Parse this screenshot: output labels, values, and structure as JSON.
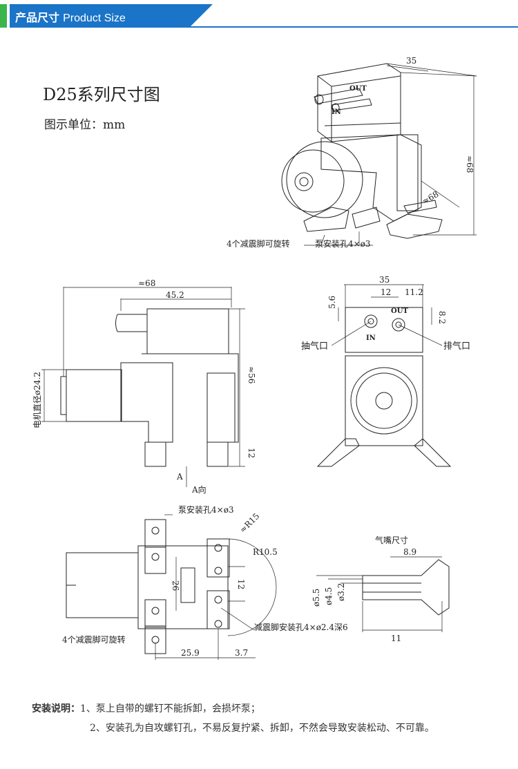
{
  "header": {
    "title_cn": "产品尺寸",
    "title_en": "Product Size"
  },
  "doc": {
    "title": "D25系列尺寸图",
    "unit": "图示单位：mm"
  },
  "iso_view": {
    "dim_top": "35",
    "dim_height": "≈68",
    "dim_depth": "≈68",
    "port_out": "OUT",
    "port_in": "IN",
    "callout_feet": "4个减震脚可旋转",
    "callout_holes": "泵安装孔4×ø3"
  },
  "side_view": {
    "dim_total": "≈68",
    "dim_body": "45.2",
    "dim_height": "≈56",
    "dim_foot": "12",
    "motor_dia": "电机直径ø24.2",
    "arrow_label": "A",
    "view_label": "A向"
  },
  "front_view": {
    "dim_width": "35",
    "dim_12": "12",
    "dim_11_2": "11.2",
    "dim_5_6": "5.6",
    "dim_8_2": "8.2",
    "port_out": "OUT",
    "port_in": "IN",
    "inlet": "抽气口",
    "outlet": "排气口"
  },
  "top_view": {
    "holes": "泵安装孔4×ø3",
    "r15": "≈R15",
    "r10_5": "R10.5",
    "dim_26": "26",
    "dim_12": "12",
    "dim_25_9": "25.9",
    "dim_3_7": "3.7",
    "foot_holes": "减震脚安装孔4×ø2.4深6",
    "feet": "4个减震脚可旋转"
  },
  "nozzle": {
    "title": "气嘴尺寸",
    "dim_8_9": "8.9",
    "d5_5": "ø5.5",
    "d4_5": "ø4.5",
    "d3_2": "ø3.2",
    "dim_11": "11"
  },
  "notes": {
    "label": "安装说明：",
    "line1": "1、泵上自带的螺钉不能拆卸，会损坏泵；",
    "line2": "2、安装孔为自攻螺钉孔，不易反复拧紧、拆卸，不然会导致安装松动、不可靠。"
  }
}
